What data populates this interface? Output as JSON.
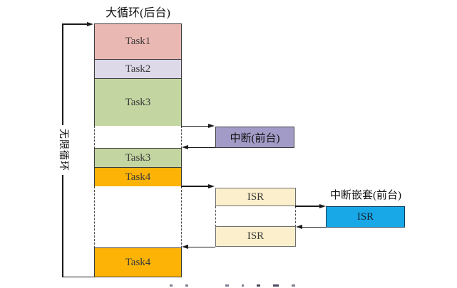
{
  "title": "大循环(后台)",
  "loop_label": "无限循环",
  "column": {
    "task1": "Task1",
    "task2": "Task2",
    "task3a": "Task3",
    "task3b": "Task3",
    "task4a": "Task4",
    "task4b": "Task4"
  },
  "foreground": {
    "interrupt_label": "中断(前台)",
    "isr1": "ISR",
    "isr2": "ISR",
    "nested_title": "中断嵌套(前台)",
    "nested_isr": "ISR"
  },
  "colors": {
    "task1_fill": "#EAB8B2",
    "task2_fill": "#DED9E9",
    "task3_fill": "#C3D5A1",
    "task4_fill": "#FCB306",
    "interrupt_fill": "#A39BC7",
    "isr_fill": "#FCEFCB",
    "nested_isr_fill": "#18A8E8",
    "line": "#1A1A1A"
  }
}
